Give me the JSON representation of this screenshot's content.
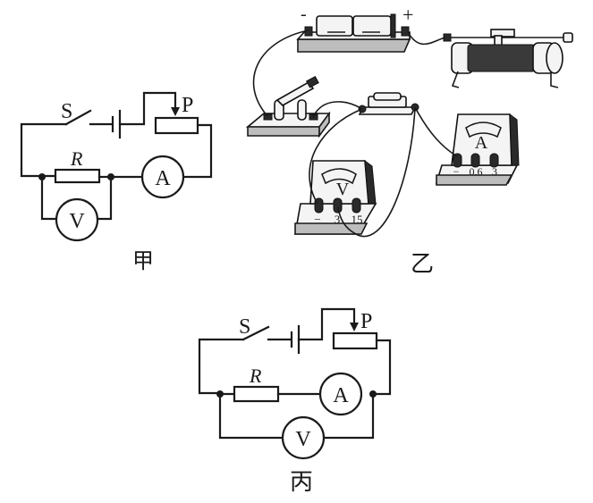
{
  "figures": {
    "jia": {
      "caption": "甲",
      "switch_label": "S",
      "slider_label": "P",
      "resistor_label": "R",
      "ammeter_label": "A",
      "voltmeter_label": "V"
    },
    "yi": {
      "caption": "乙",
      "battery_minus": "-",
      "battery_plus": "+",
      "voltmeter_label": "V",
      "voltmeter_terminals": [
        "−",
        "3",
        "15"
      ],
      "ammeter_label": "A",
      "ammeter_terminals": [
        "−",
        "0.6",
        "3"
      ]
    },
    "bing": {
      "caption": "丙",
      "switch_label": "S",
      "slider_label": "P",
      "resistor_label": "R",
      "ammeter_label": "A",
      "voltmeter_label": "V"
    }
  }
}
